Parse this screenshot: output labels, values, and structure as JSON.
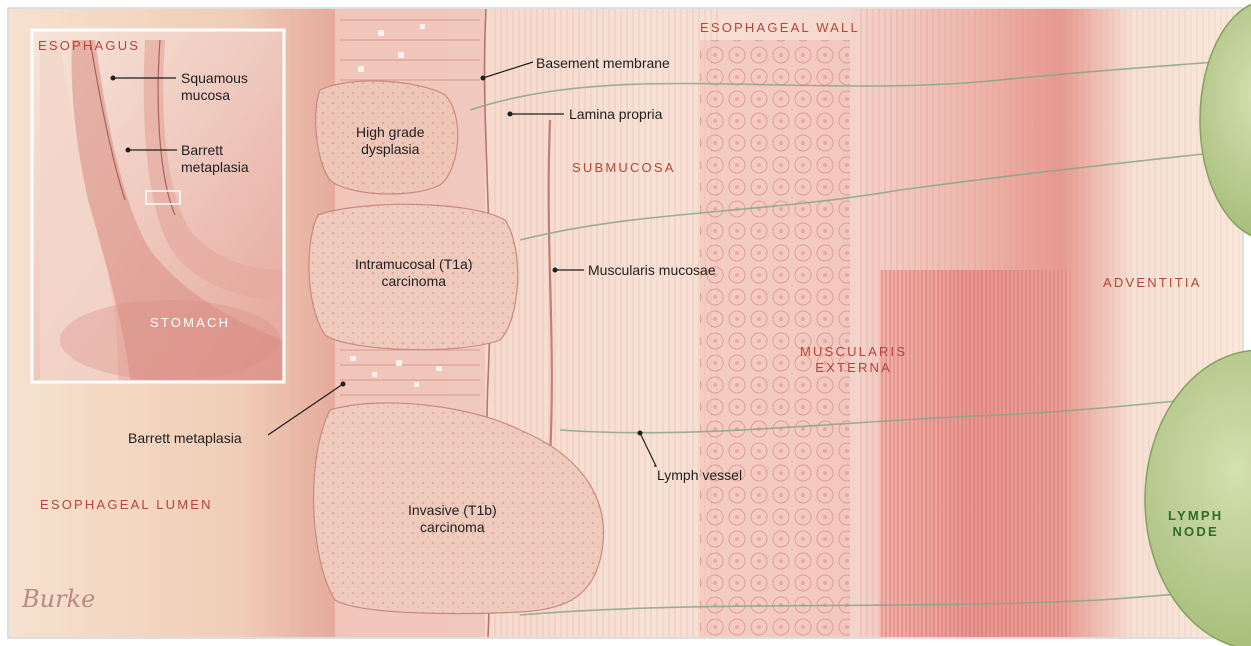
{
  "colors": {
    "region_label": "#b4453c",
    "lymph_node_label": "#2e6b2c",
    "leader_line": "#1f1f1f",
    "tissue_pink": "#e9a7a0",
    "lumen_bg": "#f5dcc6",
    "lymph_node": "#b9cf8a"
  },
  "inset": {
    "title": "ESOPHAGUS",
    "squamous_mucosa": "Squamous\nmucosa",
    "barrett_metaplasia": "Barrett\nmetaplasia",
    "stomach": "STOMACH"
  },
  "regions": {
    "esophageal_wall": "ESOPHAGEAL WALL",
    "submucosa": "SUBMUCOSA",
    "muscularis_externa": "MUSCULARIS\nEXTERNA",
    "adventitia": "ADVENTITIA",
    "esophageal_lumen": "ESOPHAGEAL LUMEN",
    "lymph_node": "LYMPH\nNODE"
  },
  "structures": {
    "basement_membrane": "Basement membrane",
    "lamina_propria": "Lamina propria",
    "high_grade_dysplasia": "High grade\ndysplasia",
    "intramucosal_carcinoma": "Intramucosal (T1a)\ncarcinoma",
    "muscularis_mucosae": "Muscularis mucosae",
    "barrett_metaplasia": "Barrett metaplasia",
    "lymph_vessel": "Lymph vessel",
    "invasive_carcinoma": "Invasive (T1b)\ncarcinoma"
  },
  "signature": "Burke"
}
